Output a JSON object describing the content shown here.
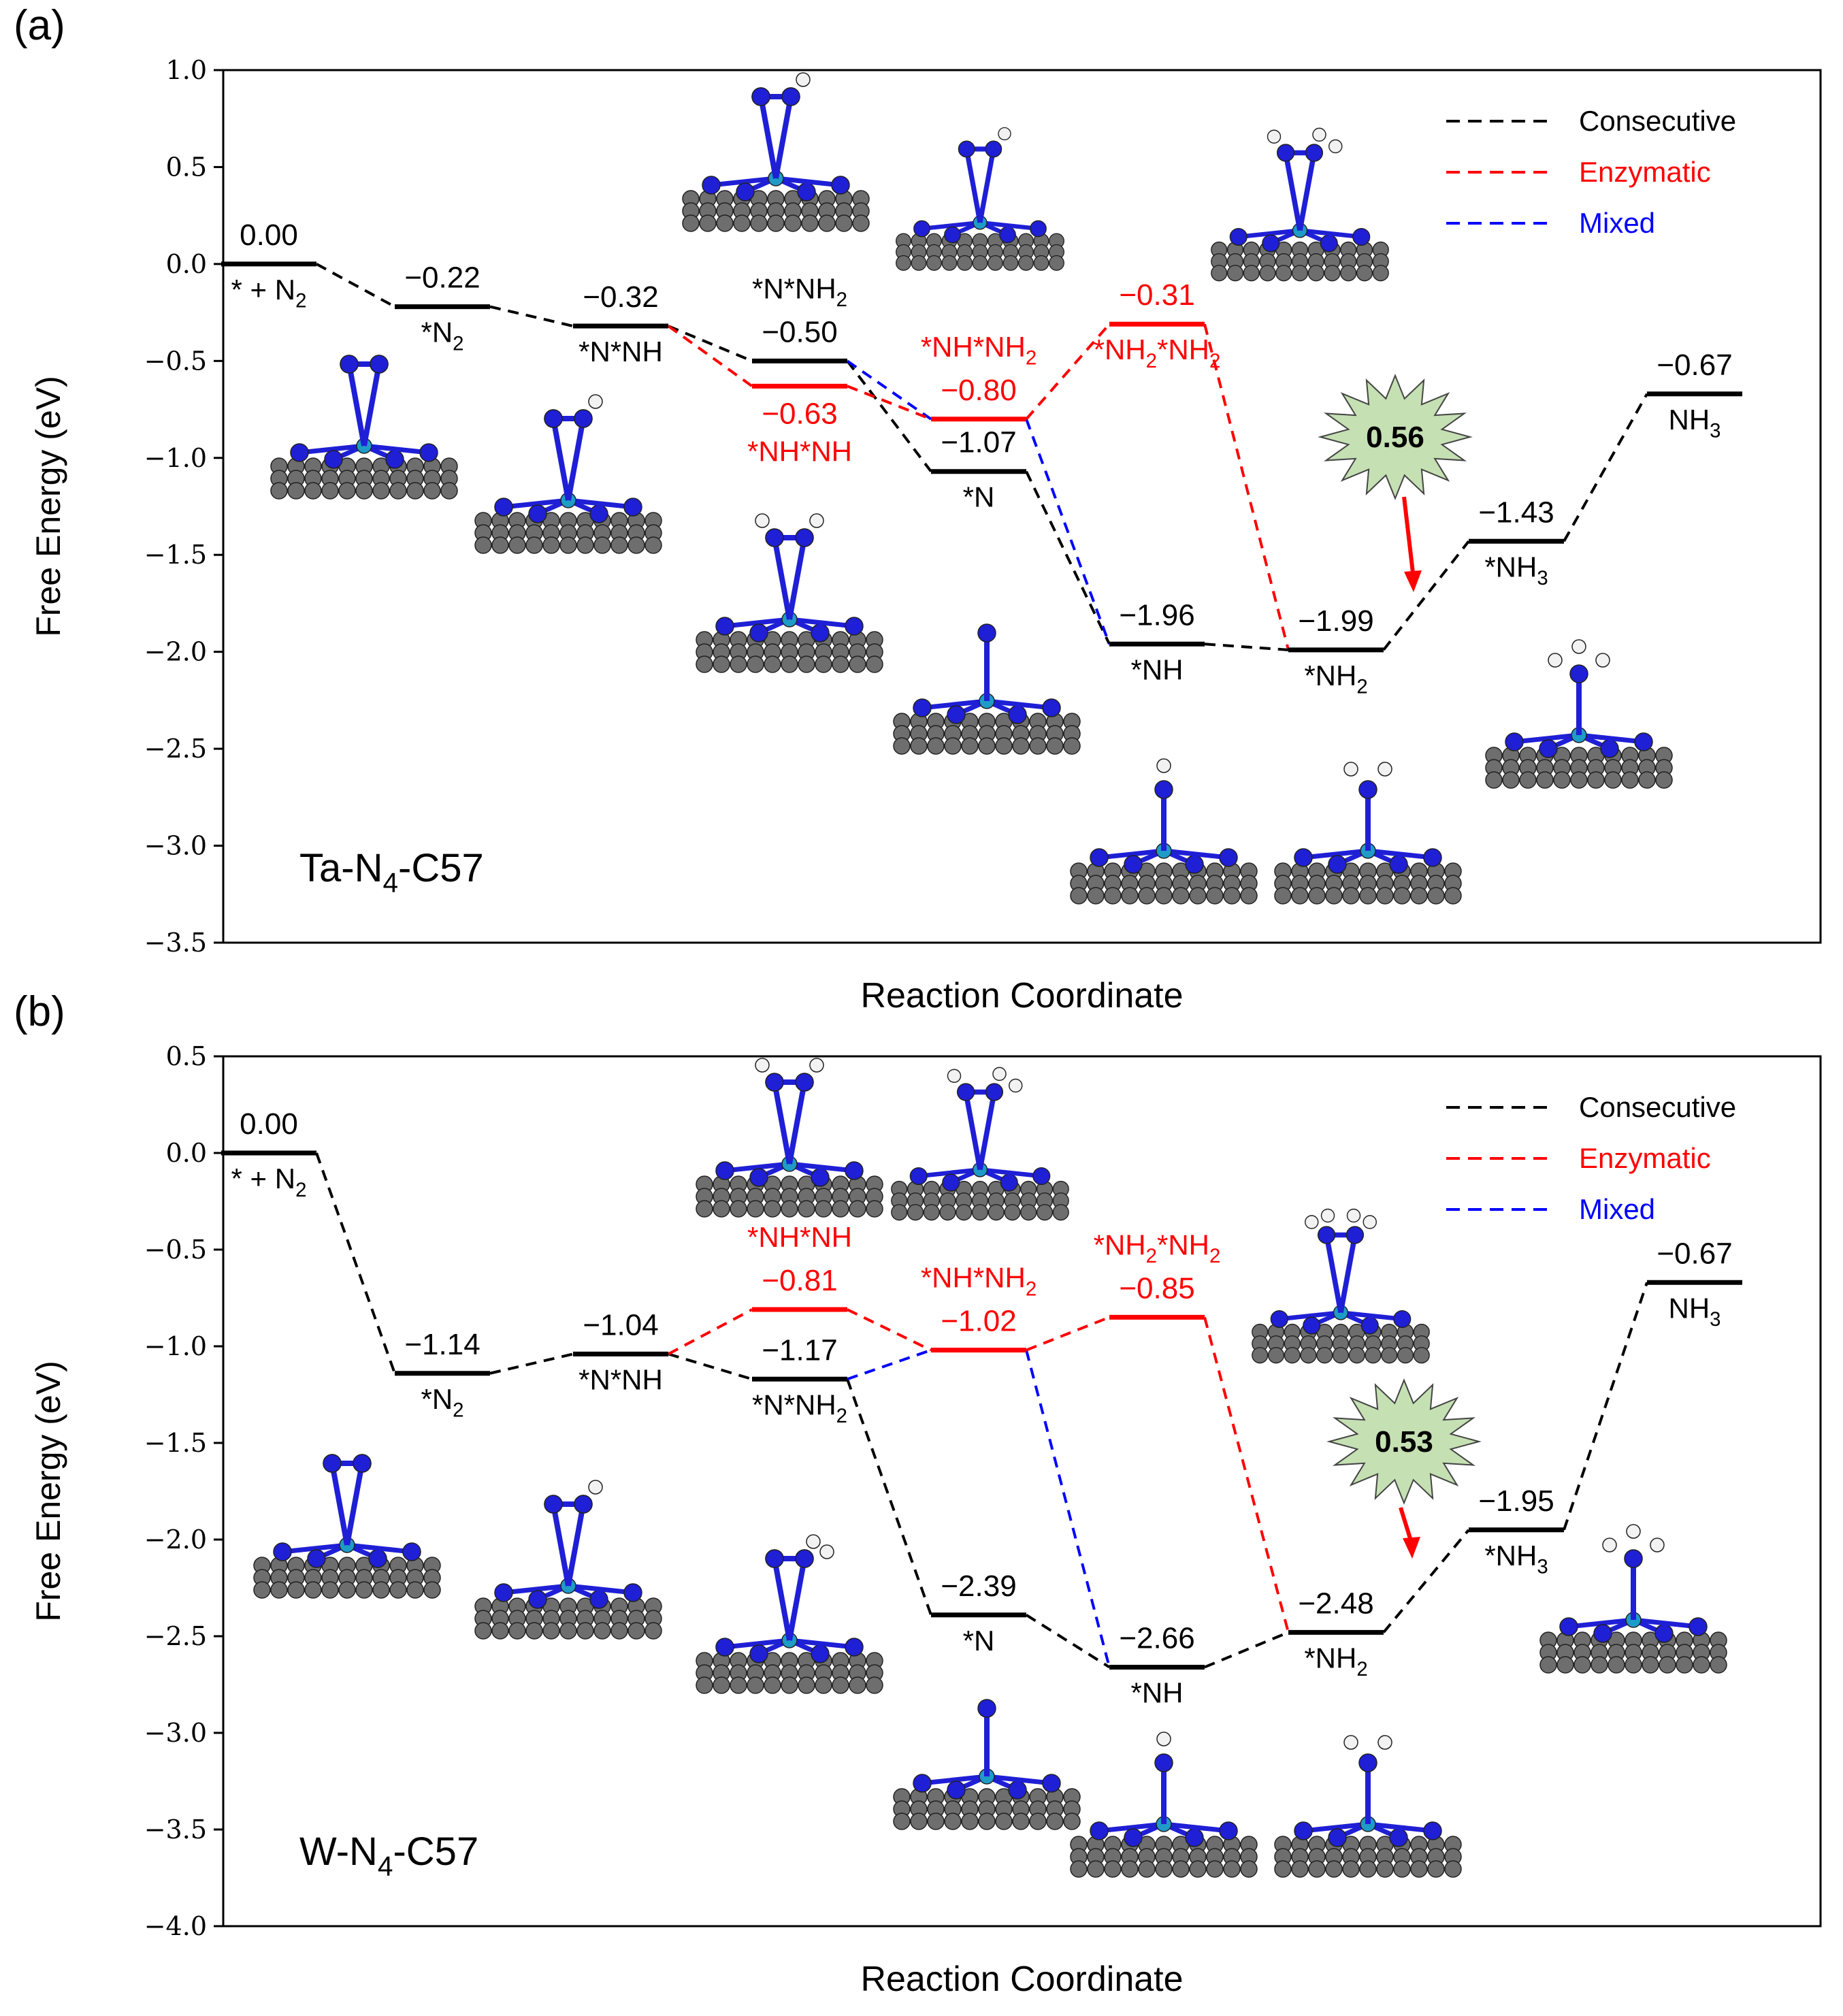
{
  "colors": {
    "consecutive": "#000000",
    "enzymatic": "#ff0000",
    "mixed": "#0000ff",
    "badge_fill": "#c5e0b3",
    "arrow": "#ff0000",
    "carbon": "#6e6e6e",
    "nitrogen": "#1f1fd6",
    "metal": "#1f9bc8",
    "hydrogen": "#f2f2f2"
  },
  "chart_data": [
    {
      "panel_label": "(a)",
      "type": "line",
      "ylabel": "Free Energy (eV)",
      "xlabel": "Reaction Coordinate",
      "ylim": [
        -3.5,
        1.0
      ],
      "yticks": [
        "1.0",
        "0.5",
        "0.0",
        "−0.5",
        "−1.0",
        "−1.5",
        "−2.0",
        "−2.5",
        "−3.0",
        "−3.5"
      ],
      "catalyst": {
        "pre": "Ta-N",
        "sub": "4",
        "post": "-C57"
      },
      "legend": [
        {
          "name": "Consecutive",
          "color_key": "consecutive"
        },
        {
          "name": "Enzymatic",
          "color_key": "enzymatic"
        },
        {
          "name": "Mixed",
          "color_key": "mixed"
        }
      ],
      "levels": [
        {
          "x": 0,
          "value": 0.0,
          "label": "0.00",
          "species": [
            [
              "* + N",
              ""
            ],
            [
              "2",
              "sub"
            ]
          ],
          "color_key": "consecutive"
        },
        {
          "x": 1,
          "value": -0.22,
          "label": "−0.22",
          "species": [
            [
              "*N",
              ""
            ],
            [
              "2",
              "sub"
            ]
          ],
          "color_key": "consecutive"
        },
        {
          "x": 2,
          "value": -0.32,
          "label": "−0.32",
          "species": [
            [
              "*N*NH",
              ""
            ]
          ],
          "color_key": "consecutive"
        },
        {
          "x": 3,
          "value": -0.5,
          "label": "−0.50",
          "species": [
            [
              "*N*NH",
              ""
            ],
            [
              "2",
              "sub"
            ]
          ],
          "color_key": "consecutive"
        },
        {
          "x": 3,
          "value": -0.63,
          "label": "−0.63",
          "species": [
            [
              "*NH*NH",
              ""
            ]
          ],
          "color_key": "enzymatic"
        },
        {
          "x": 4,
          "value": -0.8,
          "label": "−0.80",
          "species": [
            [
              "*NH*NH",
              ""
            ],
            [
              "2",
              "sub"
            ]
          ],
          "color_key": "enzymatic"
        },
        {
          "x": 4,
          "value": -1.07,
          "label": "−1.07",
          "species": [
            [
              "*N",
              ""
            ]
          ],
          "color_key": "consecutive"
        },
        {
          "x": 5,
          "value": -0.31,
          "label": "−0.31",
          "species": [
            [
              "*NH",
              ""
            ],
            [
              "2",
              "sub"
            ],
            [
              "*NH",
              ""
            ],
            [
              "2",
              "sub"
            ]
          ],
          "color_key": "enzymatic"
        },
        {
          "x": 5,
          "value": -1.96,
          "label": "−1.96",
          "species": [
            [
              "*NH",
              ""
            ]
          ],
          "color_key": "consecutive"
        },
        {
          "x": 6,
          "value": -1.99,
          "label": "−1.99",
          "species": [
            [
              "*NH",
              ""
            ],
            [
              "2",
              "sub"
            ]
          ],
          "color_key": "consecutive"
        },
        {
          "x": 7,
          "value": -1.43,
          "label": "−1.43",
          "species": [
            [
              "*NH",
              ""
            ],
            [
              "3",
              "sub"
            ]
          ],
          "color_key": "consecutive"
        },
        {
          "x": 8,
          "value": -0.67,
          "label": "−0.67",
          "species": [
            [
              "NH",
              ""
            ],
            [
              "3",
              "sub"
            ]
          ],
          "color_key": "consecutive"
        }
      ],
      "connections": [
        {
          "from": 0,
          "to": 1,
          "color_key": "consecutive"
        },
        {
          "from": 1,
          "to": 2,
          "color_key": "consecutive"
        },
        {
          "from": 2,
          "to": 3,
          "color_key": "consecutive"
        },
        {
          "from": 2,
          "to": 4,
          "color_key": "enzymatic"
        },
        {
          "from": 3,
          "to": 6,
          "color_key": "consecutive"
        },
        {
          "from": 3,
          "to": 5,
          "color_key": "mixed"
        },
        {
          "from": 4,
          "to": 5,
          "color_key": "enzymatic"
        },
        {
          "from": 6,
          "to": 8,
          "color_key": "consecutive"
        },
        {
          "from": 5,
          "to": 8,
          "color_key": "mixed"
        },
        {
          "from": 5,
          "to": 7,
          "color_key": "enzymatic"
        },
        {
          "from": 7,
          "to": 9,
          "color_key": "enzymatic"
        },
        {
          "from": 8,
          "to": 9,
          "color_key": "consecutive"
        },
        {
          "from": 9,
          "to": 10,
          "color_key": "consecutive"
        },
        {
          "from": 10,
          "to": 11,
          "color_key": "consecutive"
        }
      ],
      "highlight": {
        "value": "0.56"
      }
    },
    {
      "panel_label": "(b)",
      "type": "line",
      "ylabel": "Free Energy (eV)",
      "xlabel": "Reaction Coordinate",
      "ylim": [
        -4.0,
        0.5
      ],
      "yticks": [
        "0.5",
        "0.0",
        "−0.5",
        "−1.0",
        "−1.5",
        "−2.0",
        "−2.5",
        "−3.0",
        "−3.5",
        "−4.0"
      ],
      "catalyst": {
        "pre": "W-N",
        "sub": "4",
        "post": "-C57"
      },
      "legend": [
        {
          "name": "Consecutive",
          "color_key": "consecutive"
        },
        {
          "name": "Enzymatic",
          "color_key": "enzymatic"
        },
        {
          "name": "Mixed",
          "color_key": "mixed"
        }
      ],
      "levels": [
        {
          "x": 0,
          "value": 0.0,
          "label": "0.00",
          "species": [
            [
              "* + N",
              ""
            ],
            [
              "2",
              "sub"
            ]
          ],
          "color_key": "consecutive"
        },
        {
          "x": 1,
          "value": -1.14,
          "label": "−1.14",
          "species": [
            [
              "*N",
              ""
            ],
            [
              "2",
              "sub"
            ]
          ],
          "color_key": "consecutive"
        },
        {
          "x": 2,
          "value": -1.04,
          "label": "−1.04",
          "species": [
            [
              "*N*NH",
              ""
            ]
          ],
          "color_key": "consecutive"
        },
        {
          "x": 3,
          "value": -0.81,
          "label": "−0.81",
          "species": [
            [
              "*NH*NH",
              ""
            ]
          ],
          "color_key": "enzymatic"
        },
        {
          "x": 3,
          "value": -1.17,
          "label": "−1.17",
          "species": [
            [
              "*N*NH",
              ""
            ],
            [
              "2",
              "sub"
            ]
          ],
          "color_key": "consecutive"
        },
        {
          "x": 4,
          "value": -1.02,
          "label": "−1.02",
          "species": [
            [
              "*NH*NH",
              ""
            ],
            [
              "2",
              "sub"
            ]
          ],
          "color_key": "enzymatic"
        },
        {
          "x": 4,
          "value": -2.39,
          "label": "−2.39",
          "species": [
            [
              "*N",
              ""
            ]
          ],
          "color_key": "consecutive"
        },
        {
          "x": 5,
          "value": -0.85,
          "label": "−0.85",
          "species": [
            [
              "*NH",
              ""
            ],
            [
              "2",
              "sub"
            ],
            [
              "*NH",
              ""
            ],
            [
              "2",
              "sub"
            ]
          ],
          "color_key": "enzymatic"
        },
        {
          "x": 5,
          "value": -2.66,
          "label": "−2.66",
          "species": [
            [
              "*NH",
              ""
            ]
          ],
          "color_key": "consecutive"
        },
        {
          "x": 6,
          "value": -2.48,
          "label": "−2.48",
          "species": [
            [
              "*NH",
              ""
            ],
            [
              "2",
              "sub"
            ]
          ],
          "color_key": "consecutive"
        },
        {
          "x": 7,
          "value": -1.95,
          "label": "−1.95",
          "species": [
            [
              "*NH",
              ""
            ],
            [
              "3",
              "sub"
            ]
          ],
          "color_key": "consecutive"
        },
        {
          "x": 8,
          "value": -0.67,
          "label": "−0.67",
          "species": [
            [
              "NH",
              ""
            ],
            [
              "3",
              "sub"
            ]
          ],
          "color_key": "consecutive"
        }
      ],
      "connections": [
        {
          "from": 0,
          "to": 1,
          "color_key": "consecutive"
        },
        {
          "from": 1,
          "to": 2,
          "color_key": "consecutive"
        },
        {
          "from": 2,
          "to": 4,
          "color_key": "consecutive"
        },
        {
          "from": 2,
          "to": 3,
          "color_key": "enzymatic"
        },
        {
          "from": 3,
          "to": 5,
          "color_key": "enzymatic"
        },
        {
          "from": 4,
          "to": 6,
          "color_key": "consecutive"
        },
        {
          "from": 4,
          "to": 5,
          "color_key": "mixed"
        },
        {
          "from": 6,
          "to": 8,
          "color_key": "consecutive"
        },
        {
          "from": 5,
          "to": 8,
          "color_key": "mixed"
        },
        {
          "from": 5,
          "to": 7,
          "color_key": "enzymatic"
        },
        {
          "from": 7,
          "to": 9,
          "color_key": "enzymatic"
        },
        {
          "from": 8,
          "to": 9,
          "color_key": "consecutive"
        },
        {
          "from": 9,
          "to": 10,
          "color_key": "consecutive"
        },
        {
          "from": 10,
          "to": 11,
          "color_key": "consecutive"
        }
      ],
      "highlight": {
        "value": "0.53"
      }
    }
  ]
}
